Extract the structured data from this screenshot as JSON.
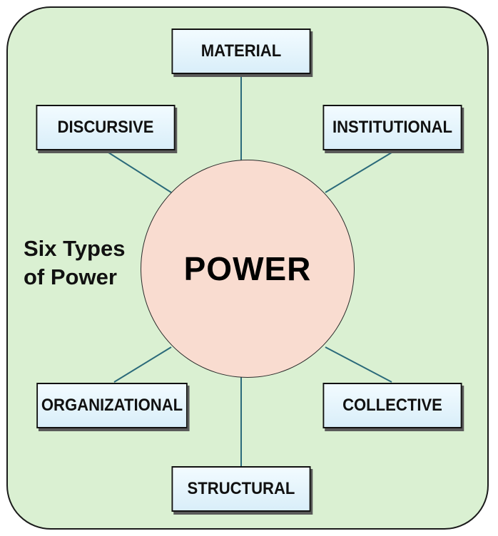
{
  "diagram": {
    "center_label": "POWER",
    "side_label_line1": "Six Types",
    "side_label_line2": "of Power",
    "nodes": {
      "material": "MATERIAL",
      "discursive": "DISCURSIVE",
      "institutional": "INSTITUTIONAL",
      "organizational": "ORGANIZATIONAL",
      "collective": "COLLECTIVE",
      "structural": "STRUCTURAL"
    },
    "colors": {
      "background": "#daf0d2",
      "center_fill": "#f9dcd0",
      "box_fill": "#e4f4fc",
      "connector": "#2b6a7a"
    }
  }
}
